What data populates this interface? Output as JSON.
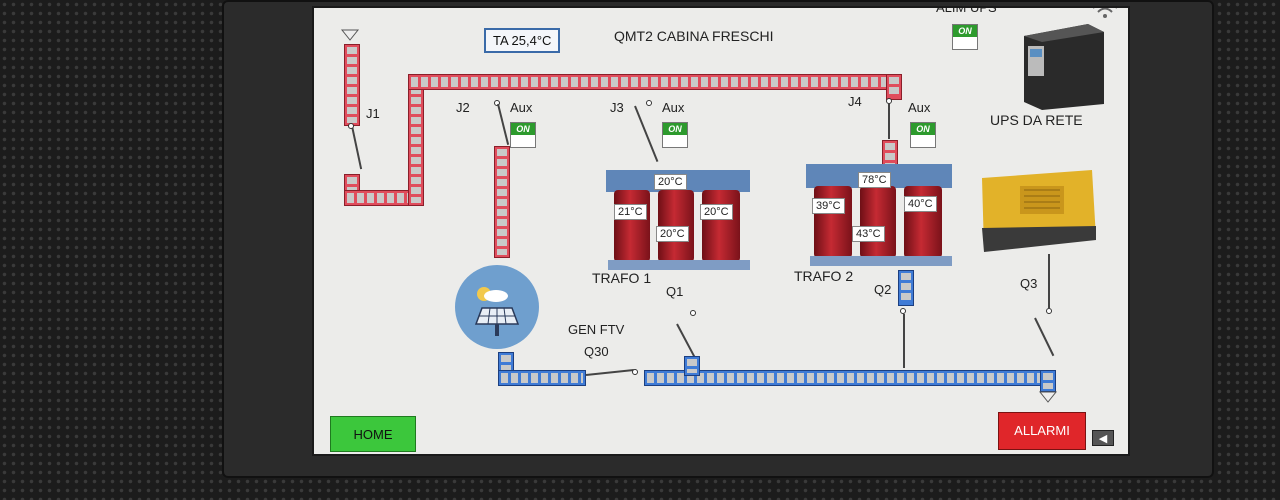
{
  "header": {
    "ta_value": "TA 25,4°C",
    "title": "QMT2 CABINA FRESCHI",
    "alim_ups": "ALIM UPS"
  },
  "switches": {
    "j1": "J1",
    "j2": "J2",
    "j3": "J3",
    "j4": "J4",
    "q1": "Q1",
    "q2": "Q2",
    "q3": "Q3",
    "q30": "Q30"
  },
  "aux_label": "Aux",
  "status_on": "ON",
  "ups_label": "UPS DA RETE",
  "gen_ftv": "GEN FTV",
  "trafo1": {
    "name": "TRAFO 1",
    "t_top": "20°C",
    "t_left": "21°C",
    "t_right": "20°C",
    "t_bottom": "20°C"
  },
  "trafo2": {
    "name": "TRAFO 2",
    "t_top": "78°C",
    "t_left": "39°C",
    "t_right": "40°C",
    "t_bottom": "43°C"
  },
  "buttons": {
    "home": "HOME",
    "alarms": "ALLARMI",
    "back_icon": "back-arrow-icon"
  },
  "colors": {
    "mv_bus": "#e04c5c",
    "lv_bus": "#3f7bd6",
    "home_btn": "#3cc73c",
    "alarm_btn": "#e0262a",
    "on_status": "#2d9a2d"
  }
}
